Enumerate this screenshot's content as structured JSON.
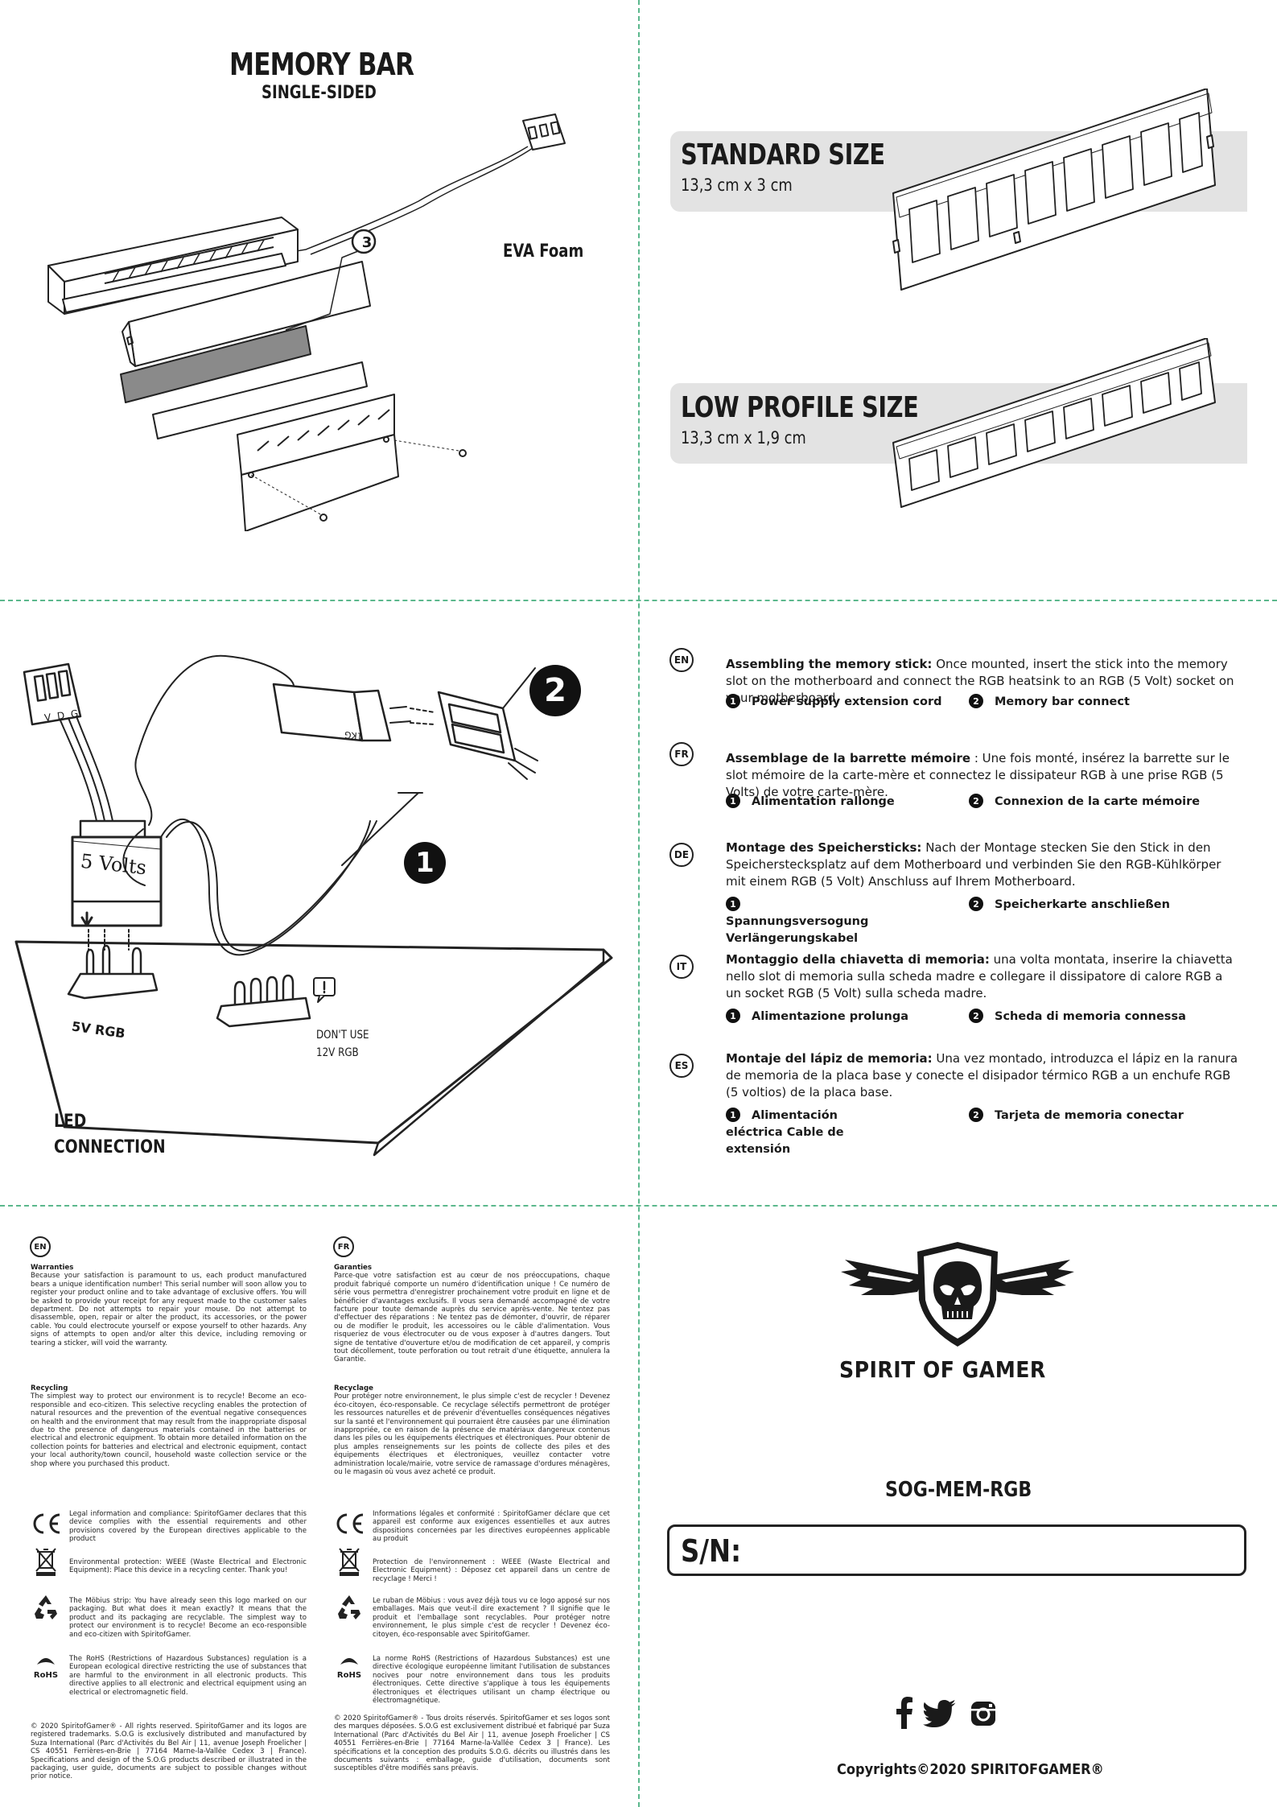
{
  "panel_memory_bar": {
    "title": "MEMORY BAR",
    "subtitle": "SINGLE-SIDED",
    "callout_number": "3",
    "callout_label": "EVA Foam"
  },
  "panel_sizes": {
    "standard": {
      "title": "STANDARD SIZE",
      "dimensions": "13,3 cm x 3 cm"
    },
    "low_profile": {
      "title": "LOW PROFILE SIZE",
      "dimensions": "13,3 cm x 1,9 cm"
    }
  },
  "panel_led": {
    "connector_label": "V D G",
    "voltage_label": "5 Volts",
    "rgb5v_label": "5V RGB",
    "dont_use_label": "DON'T USE",
    "rgb12v_label": "12V RGB",
    "cable_label": "1KG",
    "callout_1": "1",
    "callout_2": "2",
    "led_line1": "LED",
    "led_line2": "CONNECTION"
  },
  "panel_instructions": [
    {
      "code": "EN",
      "heading": "Assembling the memory stick:",
      "body": " Once mounted, insert the stick into the memory slot on the motherboard and connect the RGB heatsink to an RGB (5 Volt) socket on your motherboard.",
      "opt1": "Power supply extension cord",
      "opt2": "Memory bar connect"
    },
    {
      "code": "FR",
      "heading": "Assemblage de la barrette mémoire",
      "body": " : Une fois monté, insérez  la barrette sur le slot mémoire de la carte-mère et connectez le dissipateur RGB à une prise RGB (5 Volts) de votre carte-mère.",
      "opt1": "Alimentation rallonge",
      "opt2": "Connexion de la carte mémoire"
    },
    {
      "code": "DE",
      "heading": "Montage des Speichersticks:",
      "body": " Nach der Montage stecken Sie den Stick in den Speicherstecksplatz auf dem Motherboard und verbinden Sie den RGB-Kühlkörper mit einem RGB (5 Volt) Anschluss auf Ihrem Motherboard.",
      "opt1": "Spannungsversogung Verlängerungskabel",
      "opt2": "Speicherkarte anschließen"
    },
    {
      "code": "IT",
      "heading": "Montaggio della chiavetta di memoria:",
      "body": " una volta montata, inserire la chiavetta nello slot di memoria sulla scheda madre e collegare il dissipatore di calore RGB a un socket RGB (5 Volt) sulla scheda madre.",
      "opt1": "Alimentazione prolunga",
      "opt2": "Scheda di memoria connessa"
    },
    {
      "code": "ES",
      "heading": "Montaje del lápiz de memoria:",
      "body": " Una vez montado, introduzca el lápiz en la ranura de memoria de la placa base y conecte el disipador térmico RGB a un enchufe RGB (5 voltios) de la placa base.",
      "opt1": "Alimentación  eléctrica Cable de extensión",
      "opt2": "Tarjeta de memoria conectar"
    }
  ],
  "panel_legal": {
    "en": {
      "code": "EN",
      "warranties_title": "Warranties",
      "warranties_text": "Because your satisfaction is paramount to us, each product manufactured bears a unique identification number! This serial number will soon allow you to register your product online and to take advantage of exclusive offers. You will be asked to provide your receipt for any request made to the customer sales department. Do not attempts to repair your mouse. Do not attempt to disassemble, open, repair or alter the product, its accessories, or the power cable. You could electrocute yourself or expose yourself to other hazards. Any signs of attempts to open and/or alter this device, including removing or tearing a sticker, will void the warranty.",
      "recycling_title": "Recycling",
      "recycling_text": "The simplest way to protect our environment is to recycle! Become an eco-responsible and eco-citizen. This selective recycling enables the protection of natural resources and the prevention of the eventual negative consequences on health and the environment that may result from the inappropriate disposal due to the presence of dangerous materials contained in the batteries or electrical and electronic equipment. To obtain more detailed information on the collection points for batteries and electrical and electronic equipment, contact your local authority/town council, household waste collection service or the shop where you purchased this product.",
      "ce_text": "Legal information and compliance: SpiritofGamer declares that this device complies with the essential requirements and other provisions covered by the European directives applicable to the product",
      "weee_text": "Environmental protection: WEEE (Waste Electrical and Electronic Equipment): Place this device in a recycling center. Thank you!",
      "mobius_text": "The Möbius strip: You have already seen this logo marked on our packaging. But what does it mean exactly? It means that the product and its packaging are recyclable. The simplest way to protect our environment is to recycle! Become an eco-responsible and eco-citizen with SpiritofGamer.",
      "rohs_text": "The RoHS (Restrictions of Hazardous Substances) regulation is a European ecological directive restricting the use of substances that are harmful to the environment in all electronic products. This directive applies to all electronic and electrical equipment using an electrical or electromagnetic field.",
      "copyright_text": "© 2020 SpiritofGamer® - All rights reserved. SpiritofGamer and its logos are registered trademarks. S.O.G is exclusively distributed and manufactured by Suza International (Parc d'Activités du Bel Air | 11, avenue Joseph Froelicher | CS 40551 Ferrières-en-Brie | 77164 Marne-la-Vallée Cedex 3 | France). Specifications and design of the S.O.G products described or illustrated in the packaging, user guide, documents are subject to possible changes without prior notice."
    },
    "fr": {
      "code": "FR",
      "warranties_title": "Garanties",
      "warranties_text": "Parce-que votre satisfaction est au cœur de nos préoccupations, chaque produit fabriqué comporte un numéro d'identification unique ! Ce numéro de série vous permettra d'enregistrer prochainement votre produit en ligne et de bénéficier d'avantages exclusifs. Il vous sera demandé accompagné de votre facture pour toute demande auprès du service après-vente. Ne tentez pas d'effectuer des réparations : Ne tentez pas de démonter, d'ouvrir, de réparer ou de modifier le produit, les accessoires ou le câble d'alimentation. Vous risqueriez de vous électrocuter ou de vous exposer à d'autres dangers. Tout signe de tentative d'ouverture et/ou de modification de cet appareil, y compris tout décollement, toute perforation ou tout retrait d'une étiquette, annulera la Garantie.",
      "recycling_title": "Recyclage",
      "recycling_text": "Pour protéger notre environnement, le plus simple c'est de recycler ! Devenez éco-citoyen, éco-responsable. Ce recyclage sélectifs permettront de protéger les ressources naturelles et de prévenir d'éventuelles conséquences négatives sur la santé et l'environnement qui pourraient être causées par une élimination inappropriée, ce en raison de la présence de matériaux dangereux contenus dans les piles ou les équipements électriques et électroniques. Pour obtenir de plus amples renseignements sur les points de collecte des piles et des équipements électriques et électroniques, veuillez contacter votre administration locale/mairie, votre service de ramassage d'ordures ménagères, ou le magasin où vous avez acheté ce produit.",
      "ce_text": "Informations légales et conformité : SpiritofGamer déclare que cet appareil est conforme aux exigences essentielles et aux autres dispositions concernées par les directives européennes applicable au produit",
      "weee_text": "Protection de l'environnement : WEEE (Waste Electrical and Electronic Equipment) : Déposez cet appareil dans un centre de recyclage ! Merci !",
      "mobius_text": "Le ruban de Möbius : vous avez déjà tous vu ce logo apposé sur nos emballages. Mais que veut-il dire exactement ? Il signifie que le produit et l'emballage sont recyclables. Pour protéger notre environnement, le plus simple c'est de recycler ! Devenez éco-citoyen, éco-responsable avec SpiritofGamer.",
      "rohs_text": "La norme RoHS (Restrictions of Hazardous Substances) est une directive écologique européenne limitant l'utilisation de substances nocives pour notre environnement dans tous les produits électroniques. Cette directive s'applique à tous les équipements électroniques et électriques utilisant un champ électrique ou électromagnétique.",
      "copyright_text": "© 2020 SpiritofGamer® - Tous droits réservés. SpiritofGamer et ses logos sont des marques déposées. S.O.G est exclusivement distribué et fabriqué par Suza International (Parc d'Activités du Bel Air | 11, avenue Joseph Froelicher | CS 40551 Ferrières-en-Brie | 77164 Marne-la-Vallée Cedex 3 | France). Les spécifications et la conception des produits S.O.G. décrits ou illustrés dans les documents suivants : emballage, guide d'utilisation, documents sont susceptibles d'être modifiés sans préavis."
    },
    "rohs_label": "RoHS"
  },
  "panel_brand": {
    "brand_name": "SPIRIT OF GAMER",
    "model": "SOG-MEM-RGB",
    "sn_label": "S/N:",
    "copyright": "Copyrights©2020 SPIRITOFGAMER®"
  }
}
